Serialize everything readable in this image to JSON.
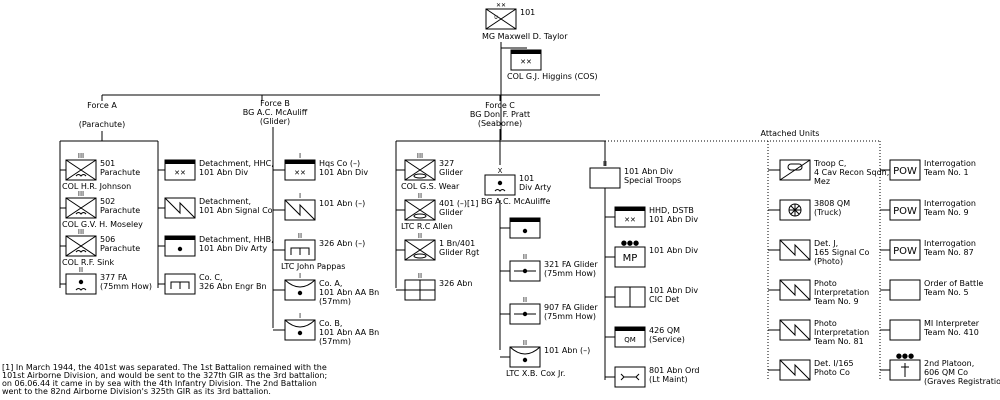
{
  "top": {
    "designation": "101",
    "commander": "MG  Maxwell D. Taylor"
  },
  "cos": {
    "commander": "COL  G.J. Higgins (COS)"
  },
  "forces": {
    "a": {
      "title": "Force A",
      "subtitle": "(Parachute)"
    },
    "b": {
      "title": "Force B",
      "commander": "BG  A.C. McAuliff",
      "subtitle": "(Glider)"
    },
    "c": {
      "title": "Force C",
      "commander": "BG  Don F. Pratt",
      "subtitle": "(Seaborne)"
    },
    "attached": {
      "title": "Attached Units"
    }
  },
  "force_a": [
    {
      "lines": [
        "501",
        "Parachute"
      ],
      "commander": "COL  H.R. Johnson",
      "icon": "airborne-infantry-icon",
      "size": "III"
    },
    {
      "lines": [
        "502",
        "Parachute"
      ],
      "commander": "COL  G.V. H. Moseley",
      "icon": "airborne-infantry-icon",
      "size": "III"
    },
    {
      "lines": [
        "506",
        "Parachute"
      ],
      "commander": "COL  R.F. Sink",
      "icon": "airborne-infantry-icon",
      "size": "III"
    },
    {
      "lines": [
        "377 FA",
        "(75mm How)"
      ],
      "icon": "airborne-artillery-icon",
      "size": "II"
    }
  ],
  "force_a_support": [
    {
      "lines": [
        "Detachment, HHC,",
        "101 Abn Div"
      ],
      "icon": "hq-icon"
    },
    {
      "lines": [
        "Detachment,",
        "101 Abn Signal Co"
      ],
      "icon": "signal-icon"
    },
    {
      "lines": [
        "Detachment, HHB,",
        "101 Abn Div Arty"
      ],
      "icon": "artillery-hq-icon"
    },
    {
      "lines": [
        "Co. C,",
        "326 Abn Engr Bn"
      ],
      "icon": "engineer-icon"
    }
  ],
  "force_b": [
    {
      "lines": [
        "Hqs Co (–)",
        "101 Abn Div"
      ],
      "icon": "hq-icon",
      "size": "I"
    },
    {
      "lines": [
        "101 Abn (–)"
      ],
      "icon": "signal-icon",
      "size": "I"
    },
    {
      "lines": [
        "326 Abn (–)"
      ],
      "commander": "LTC  John Pappas",
      "icon": "engineer-icon",
      "size": "II"
    },
    {
      "lines": [
        "Co. A,",
        "101 Abn AA Bn",
        "(57mm)"
      ],
      "icon": "air-defense-icon",
      "size": "I"
    },
    {
      "lines": [
        "Co. B,",
        "101 Abn AA Bn",
        "(57mm)"
      ],
      "icon": "air-defense-icon",
      "size": "I"
    }
  ],
  "force_c_glider": [
    {
      "lines": [
        "327",
        "Glider"
      ],
      "commander": "COL  G.S. Wear",
      "icon": "glider-infantry-icon",
      "size": "III"
    },
    {
      "lines": [
        "401 (–)[1]",
        "Glider"
      ],
      "commander": "LTC  R.C Allen",
      "icon": "glider-infantry-icon",
      "size": "II"
    },
    {
      "lines": [
        "1 Bn/401",
        "Glider Rgt"
      ],
      "icon": "glider-infantry-icon",
      "size": "II"
    },
    {
      "lines": [
        "326 Abn"
      ],
      "icon": "medical-icon",
      "size": "II"
    }
  ],
  "div_arty": {
    "lines": [
      "101",
      "Div Arty"
    ],
    "commander": "BG  A.C. McAuliffe",
    "size": "X",
    "units": [
      {
        "lines": [],
        "icon": "artillery-hq-icon"
      },
      {
        "lines": [
          "321 FA Glider",
          "(75mm How)"
        ],
        "icon": "glider-artillery-icon",
        "size": "II"
      },
      {
        "lines": [
          "907 FA Glider",
          "(75mm How)"
        ],
        "icon": "glider-artillery-icon",
        "size": "II"
      },
      {
        "lines": [
          "101 Abn (–)"
        ],
        "commander": "LTC  X.B. Cox Jr.",
        "icon": "air-defense-icon",
        "size": "II"
      }
    ]
  },
  "special_troops": {
    "lines": [
      "101 Abn Div",
      "Special Troops"
    ],
    "size": "II",
    "units": [
      {
        "lines": [
          "HHD, DSTB",
          "101 Abn Div"
        ],
        "icon": "hq-icon"
      },
      {
        "lines": [
          "101 Abn Div"
        ],
        "icon": "mp-icon",
        "box_label": "MP",
        "size": "●●●"
      },
      {
        "lines": [
          "101 Abn Div",
          "CIC Det"
        ],
        "icon": "cic-icon"
      },
      {
        "lines": [
          "426 QM",
          "(Service)"
        ],
        "icon": "qm-icon",
        "box_label": "QM"
      },
      {
        "lines": [
          "801 Abn Ord",
          "(Lt Maint)"
        ],
        "icon": "ordnance-icon"
      }
    ]
  },
  "attached_left": [
    {
      "lines": [
        "Troop C,",
        "4 Cav Recon Sqdn,",
        "Mez"
      ],
      "icon": "cavalry-icon"
    },
    {
      "lines": [
        "3808 QM",
        "(Truck)"
      ],
      "icon": "truck-icon"
    },
    {
      "lines": [
        "Det. J,",
        "165 Signal Co",
        "(Photo)"
      ],
      "icon": "signal-icon"
    },
    {
      "lines": [
        "Photo",
        "Interpretation",
        "Team No. 9"
      ],
      "icon": "signal-icon"
    },
    {
      "lines": [
        "Photo",
        "Interpretation",
        "Team No. 81"
      ],
      "icon": "signal-icon"
    },
    {
      "lines": [
        "Det. I/165",
        "Photo Co"
      ],
      "icon": "signal-icon"
    }
  ],
  "attached_right": [
    {
      "lines": [
        "Interrogation",
        "Team No. 1"
      ],
      "icon": "pow-icon",
      "box_label": "POW"
    },
    {
      "lines": [
        "Interrogation",
        "Team No. 9"
      ],
      "icon": "pow-icon",
      "box_label": "POW"
    },
    {
      "lines": [
        "Interrogation",
        "Team No. 87"
      ],
      "icon": "pow-icon",
      "box_label": "POW"
    },
    {
      "lines": [
        "Order of Battle",
        "Team No. 5"
      ],
      "icon": "empty-box-icon"
    },
    {
      "lines": [
        "MI Interpreter",
        "Team No. 410"
      ],
      "icon": "empty-box-icon"
    },
    {
      "lines": [
        "2nd Platoon,",
        "606 QM Co",
        "(Graves Registration)"
      ],
      "icon": "graves-icon",
      "size": "●●●"
    }
  ],
  "footnote": [
    "[1] In March 1944, the 401st was separated. The 1st Battalion remained with the",
    "101st Airborne Division, and would be sent to the 327th GIR as the 3rd battalion;",
    "on 06.06.44 it came in by sea with the 4th Infantry Division. The 2nd Battalion",
    "went to the 82nd Airborne Division's 325th GIR as its 3rd battalion."
  ]
}
